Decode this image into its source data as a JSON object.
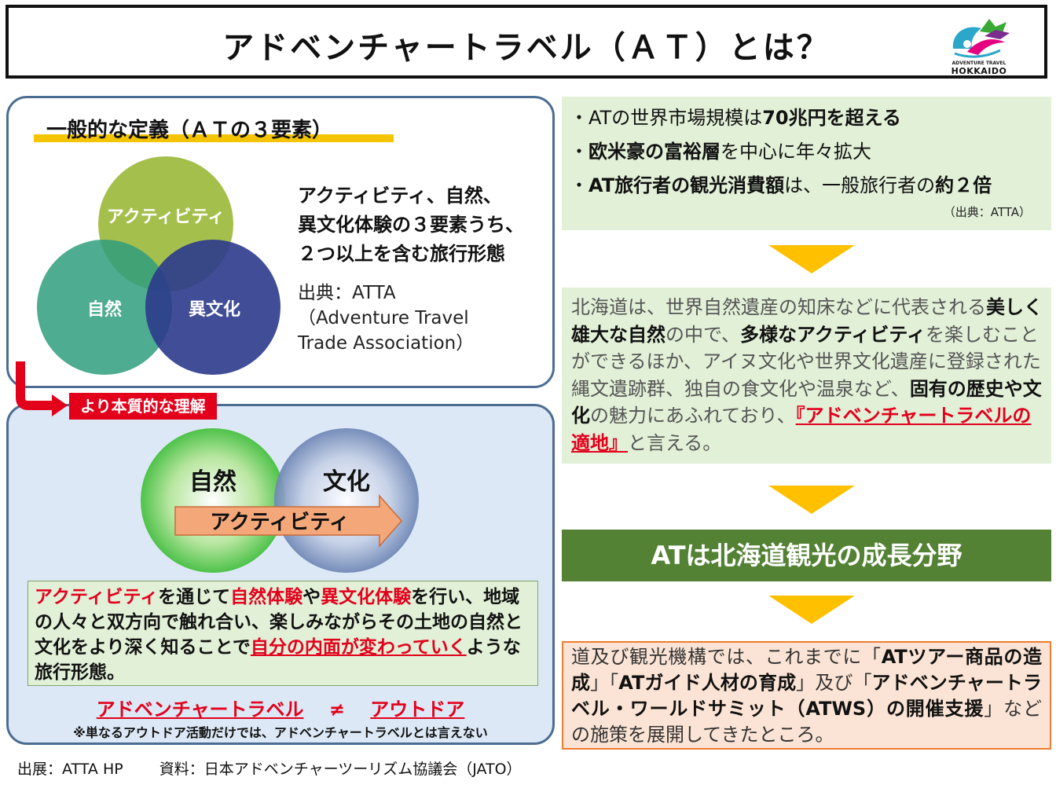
{
  "header": {
    "title": "アドベンチャートラベル（ＡＴ）とは？",
    "logo_line1": "ADVENTURE TRAVEL",
    "logo_line2": "HOKKAIDO"
  },
  "definition": {
    "heading": "一般的な定義（ＡＴの３要素）",
    "circles": [
      "アクティビティ",
      "自然",
      "異文化"
    ],
    "text_lines": [
      "アクティビティ、自然、",
      "異文化体験の３要素うち、",
      "２つ以上を含む旅行形態"
    ],
    "source_lines": [
      "出典：ATTA",
      "（Adventure Travel",
      "Trade Association）"
    ]
  },
  "essential": {
    "label": "より本質的な理解",
    "circle_nature": "自然",
    "circle_culture": "文化",
    "arrow_label": "アクティビティ",
    "desc": {
      "p1": "アクティビティ",
      "p2": "を通じて",
      "p3": "自然体験",
      "p4": "や",
      "p5": "異文化体験",
      "p6": "を行い、地域の人々と双方向で触れ合い、楽しみながらその土地の自然と文化をより深く知ることで",
      "p7": "自分の内面が変わっていく",
      "p8": "ような旅行形態。"
    },
    "neq_left": "アドベンチャートラベル",
    "neq_sign": "≠",
    "neq_right": "アウトドア",
    "note": "※単なるアウトドア活動だけでは、アドベンチャートラベルとは言えない"
  },
  "footer": {
    "source1": "出展：ATTA HP",
    "source2": "資料：日本アドベンチャーツーリズム協議会（JATO）"
  },
  "market": {
    "l1a": "・ATの世界市場規模は",
    "l1b": "70兆円を超える",
    "l2a": "・",
    "l2b": "欧米豪の富裕層",
    "l2c": "を中心に年々拡大",
    "l3a": "・",
    "l3b": "AT旅行者の観光消費額",
    "l3c": "は、一般旅行者の",
    "l3d": "約２倍",
    "source": "（出典：ATTA）"
  },
  "hokkaido": {
    "s1": "北海道は、世界自然遺産の知床などに代表される",
    "s2": "美しく雄大な自然",
    "s3": "の中で、",
    "s4": "多様なアクティビティ",
    "s5": "を楽しむことができるほか、アイヌ文化や世界文化遺産に登録された縄文遺跡群、独自の食文化や温泉など、",
    "s6": "固有の歴史や文化",
    "s7": "の魅力にあふれており、",
    "s8": "『アドベンチャートラベルの適地』",
    "s9": "と言える。"
  },
  "growth": {
    "text": "ATは北海道観光の成長分野"
  },
  "policy": {
    "s1": "道及び観光機構では、これまでに「",
    "s2": "ATツアー商品の造成",
    "s3": "」「",
    "s4": "ATガイド人材の育成",
    "s5": "」及び「",
    "s6": "アドベンチャートラベル・ワールドサミット（ATWS）の開催支援",
    "s7": "」などの施策を展開してきたところ。"
  },
  "colors": {
    "green_box": "#e2f0d8",
    "growth_bar": "#548235",
    "policy_bg": "#fbe4d5",
    "accent_red": "#e3001b",
    "arrow_yellow": "#ffc000"
  }
}
